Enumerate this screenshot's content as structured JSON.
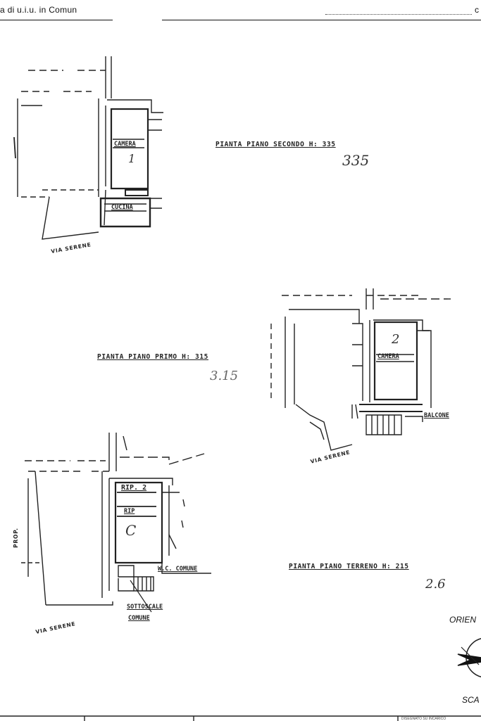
{
  "header": {
    "left_text": "a di u.i.u. in Comun",
    "right_text": "c"
  },
  "plans": {
    "second_floor": {
      "title": "PIANTA PIANO SECONDO H: 335",
      "height_note": "335",
      "rooms": [
        "CAMERA",
        "1",
        "CUCINA"
      ],
      "street": "VIA SERENE"
    },
    "first_floor": {
      "title": "PIANTA PIANO PRIMO H: 315",
      "height_note": "3.15",
      "rooms": [
        "2",
        "CAMERA",
        "BALCONE"
      ],
      "street": "VIA SERENE"
    },
    "ground_floor": {
      "title": "PIANTA PIANO TERRENO H: 215",
      "height_note": "2.6",
      "rooms": [
        "RIP. 2",
        "RIP",
        "C",
        "W.C. COMUNE",
        "SOTTOSCALE",
        "COMUNE",
        "PROP."
      ],
      "street": "VIA SERENE"
    }
  },
  "compass": {
    "orient_label": "ORIEN",
    "scale_label": "SCA"
  },
  "footer": {
    "box_text": "DISEGNATO SU INCARICO"
  }
}
